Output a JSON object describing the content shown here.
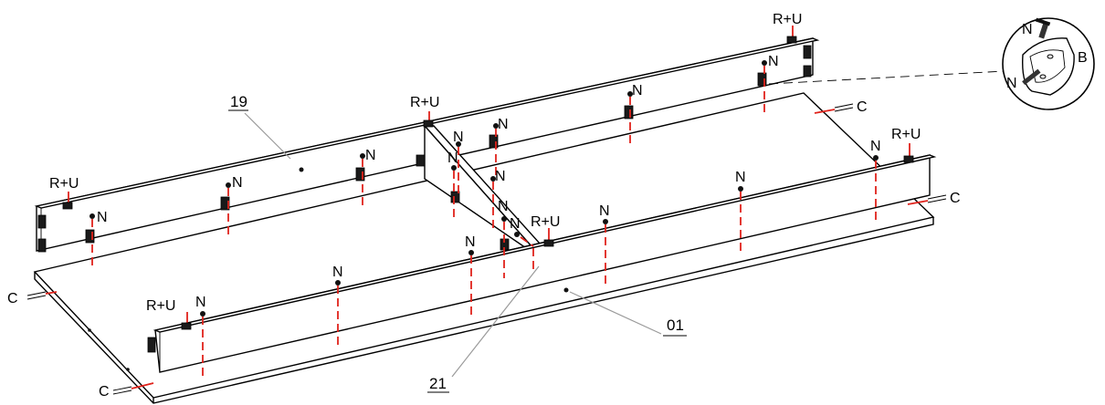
{
  "labels": {
    "n": "N",
    "ru": "R+U",
    "c": "C",
    "b": "B"
  },
  "parts": {
    "p19": "19",
    "p21": "21",
    "p01": "01"
  },
  "colors": {
    "line": "#000000",
    "fastener_guide": "#e0221b",
    "leader": "#9a9a9a"
  },
  "icons": [
    "detail-magnifier-icon",
    "screw-icon",
    "bracket-icon",
    "dowel-icon"
  ]
}
